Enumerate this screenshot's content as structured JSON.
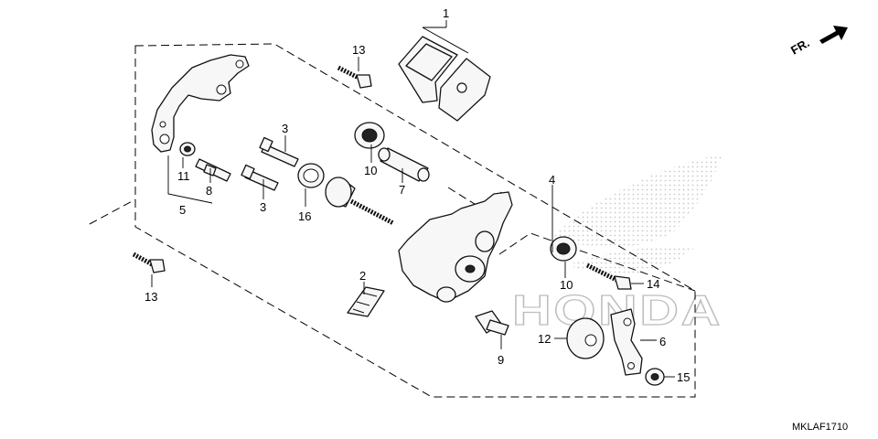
{
  "watermark": "HONDA",
  "direction_label": "FR.",
  "diagram_code": "MKLAF1710",
  "callouts": {
    "c1": "1",
    "c2": "2",
    "c3a": "3",
    "c3b": "3",
    "c4": "4",
    "c5": "5",
    "c6": "6",
    "c7": "7",
    "c8": "8",
    "c9": "9",
    "c10a": "10",
    "c10b": "10",
    "c11": "11",
    "c12": "12",
    "c13a": "13",
    "c13b": "13",
    "c14": "14",
    "c15": "15",
    "c16": "16"
  }
}
